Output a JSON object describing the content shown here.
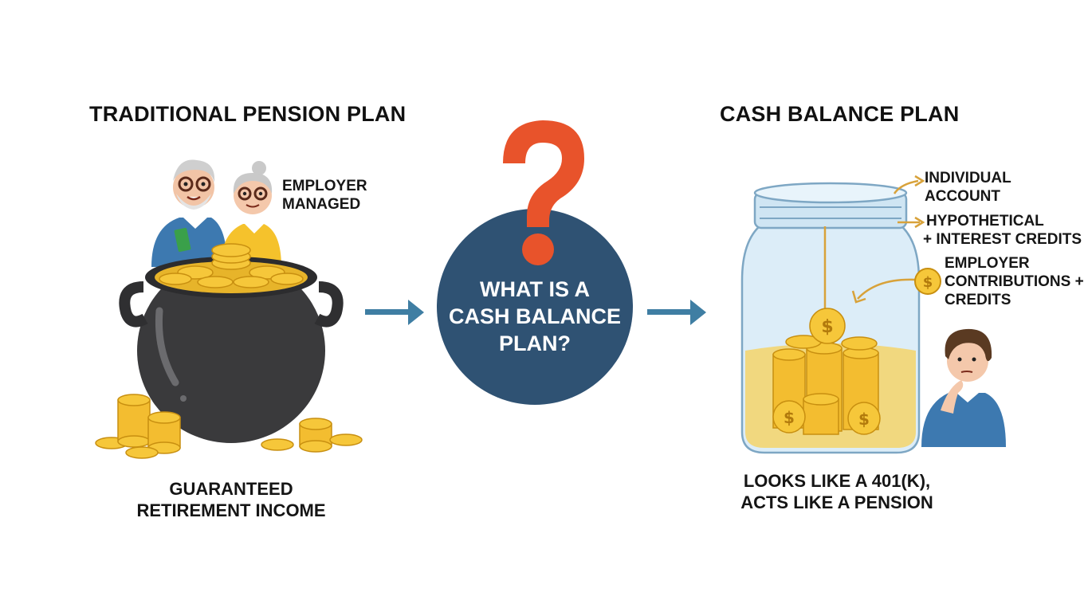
{
  "left_panel": {
    "title": "TRADITIONAL PENSION PLAN",
    "side_label": [
      "EMPLOYER",
      "MANAGED"
    ],
    "caption": [
      "GUARANTEED",
      "RETIREMENT INCOME"
    ],
    "icons": [
      "elderly-couple-icon",
      "black-pot-icon",
      "gold-coins-icon"
    ]
  },
  "center": {
    "question_mark": "?",
    "circle_text": [
      "WHAT IS A",
      "CASH BALANCE",
      "PLAN?"
    ],
    "arrows": [
      "right-arrow-left",
      "right-arrow-right"
    ]
  },
  "right_panel": {
    "title": "CASH BALANCE PLAN",
    "annotations": [
      {
        "lines": [
          "INDIVIDUAL",
          "ACCOUNT"
        ]
      },
      {
        "lines": [
          "HYPOTHETICAL",
          "+ INTEREST CREDITS"
        ]
      },
      {
        "lines": [
          "EMPLOYER",
          "CONTRIBUTIONS +",
          "CREDITS"
        ]
      }
    ],
    "caption": [
      "LOOKS LIKE A 401(K),",
      "ACTS LIKE A PENSION"
    ],
    "icons": [
      "glass-jar-icon",
      "coin-stack-icon",
      "thinking-man-icon",
      "dollar-coin-icon"
    ]
  },
  "colors": {
    "circle": "#2f5273",
    "question": "#e8532b",
    "arrow": "#3f7ea3",
    "gold": "#f3c232",
    "gold_dark": "#d29b14",
    "pot": "#3a3a3c",
    "annotation_arrow": "#d8a23a",
    "jar": "#dbeef8"
  },
  "coin_symbol": "$"
}
